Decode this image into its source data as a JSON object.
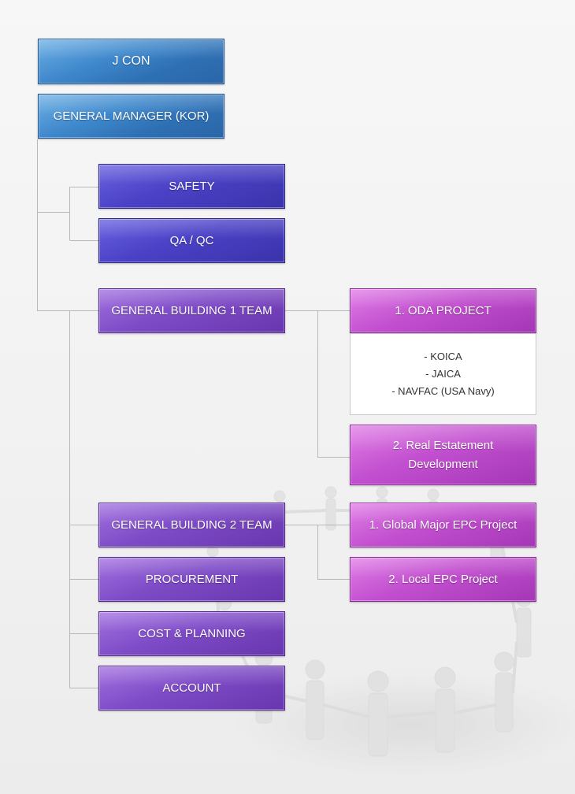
{
  "nodes": {
    "jcon": "J CON",
    "general_manager": "GENERAL MANAGER (KOR)",
    "safety": "SAFETY",
    "qa_qc": "QA / QC",
    "gb1_team": "GENERAL BUILDING 1 TEAM",
    "oda_project": "1. ODA PROJECT",
    "oda_details": [
      "- KOICA",
      "- JAICA",
      "- NAVFAC (USA Navy)"
    ],
    "real_estate_line1": "2. Real Estatement",
    "real_estate_line2": "Development",
    "gb2_team": "GENERAL BUILDING 2 TEAM",
    "global_epc": "1. Global Major EPC Project",
    "local_epc": "2. Local EPC Project",
    "procurement": "PROCUREMENT",
    "cost_planning": "COST & PLANNING",
    "account": "ACCOUNT"
  },
  "colors": {
    "top_level": "#3f88cc",
    "staff": "#4a41c6",
    "teams": "#7e4bc7",
    "projects": "#c24fcf",
    "connector": "#b8b8b8"
  }
}
